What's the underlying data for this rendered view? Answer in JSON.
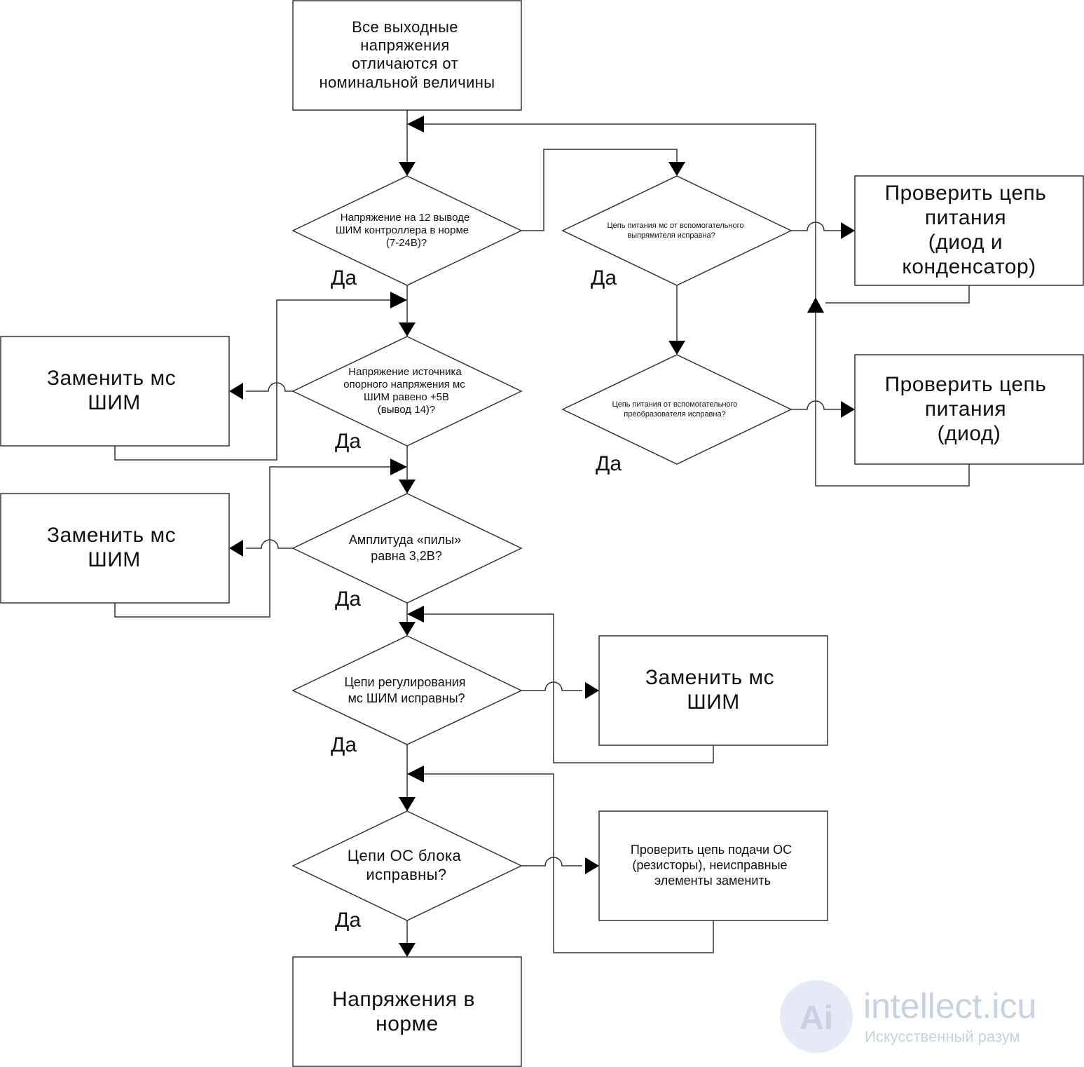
{
  "nodes": {
    "start": [
      "Все выходные",
      "напряжения",
      "отличаются от",
      "номинальной величины"
    ],
    "q_pin12": [
      "Напряжение на 12 выводе",
      "ШИМ контроллера в норме",
      "(7-24В)?"
    ],
    "q_ref": [
      "Напряжение источника",
      "опорного напряжения мс",
      "ШИМ равено +5В",
      "(вывод 14)?"
    ],
    "q_saw": [
      "Амплитуда «пилы»",
      "равна 3,2В?"
    ],
    "q_reg": [
      "Цепи регулирования",
      "мс ШИМ исправны?"
    ],
    "q_fb": [
      "Цепи ОС блока",
      "исправны?"
    ],
    "end": [
      "Напряжения в",
      "норме"
    ],
    "q_aux_rect": [
      "Цепь питания мс от вспомогательного",
      "выпрямителя исправна?"
    ],
    "q_aux_conv": [
      "Цепь питания от вспомогательного",
      "преобразователя исправна?"
    ],
    "act_check_diode_cap": [
      "Проверить цепь",
      "питания",
      "(диод и",
      "конденсатор)"
    ],
    "act_check_diode": [
      "Проверить цепь",
      "питания",
      "(диод)"
    ],
    "act_replace_1": [
      "Заменить мс",
      "ШИМ"
    ],
    "act_replace_2": [
      "Заменить мс",
      "ШИМ"
    ],
    "act_replace_3": [
      "Заменить мс",
      "ШИМ"
    ],
    "act_check_fb": [
      "Проверить цепь подачи ОС",
      "(резисторы), неисправные",
      "элементы заменить"
    ]
  },
  "yes_label": "Да",
  "watermark": {
    "logo_letter": "Ai",
    "brand": "intellect.icu",
    "tagline": "Искусственный разум"
  }
}
